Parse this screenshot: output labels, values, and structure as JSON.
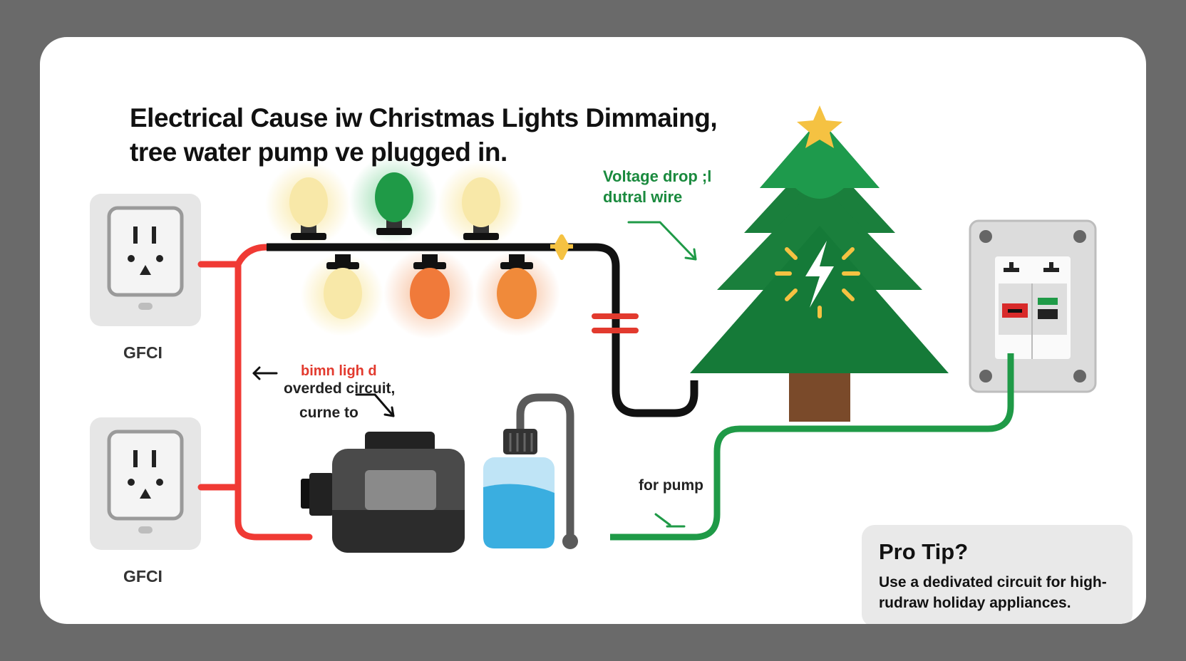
{
  "title": {
    "line1": "Electrical Cause iw Christmas Lights Dimmaing,",
    "line2": "tree water pump ve plugged in."
  },
  "outlets": [
    {
      "label": "GFCI"
    },
    {
      "label": "GFCI"
    }
  ],
  "annotations": {
    "voltage_drop_line1": "Voltage drop ;l",
    "voltage_drop_line2": "dutral wire",
    "dim_light": "bimn ligh d",
    "overloaded_line1": "overded circuit,",
    "overloaded_line2": "curne to",
    "for_pump": "for pump"
  },
  "pro_tip": {
    "title": "Pro Tip?",
    "body": "Use a dedivated circuit for high-rudraw holiday appliances."
  },
  "colors": {
    "background": "#6a6a6a",
    "card": "#ffffff",
    "wire_red": "#f03a34",
    "wire_black": "#111111",
    "wire_green": "#1f9a47",
    "tree": "#1a7f3c",
    "trunk": "#7a4a2a",
    "star": "#f5c242",
    "bulb_yellow": "#f6e6a4",
    "bulb_green": "#1f9a47",
    "bulb_orange": "#f07a3a",
    "water": "#3aaee0"
  },
  "icons": [
    "outlet-icon",
    "bulb-icon",
    "tree-icon",
    "star-icon",
    "lightning-icon",
    "breaker-panel-icon",
    "pump-icon",
    "water-bottle-icon",
    "arrow-icon"
  ]
}
